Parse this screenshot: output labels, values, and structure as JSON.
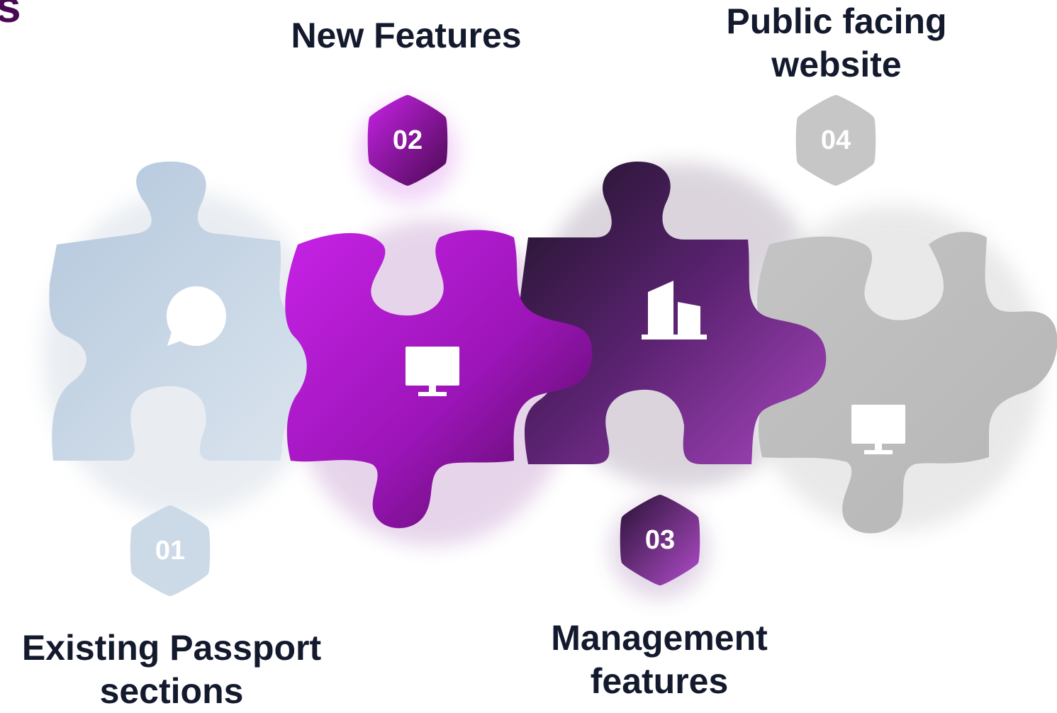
{
  "corner_text": "s",
  "steps": [
    {
      "number": "01",
      "label_line1": "Existing Passport",
      "label_line2": "sections",
      "icon": "speech-bubble-icon"
    },
    {
      "number": "02",
      "label_line1": "New Features",
      "label_line2": "",
      "icon": "monitor-icon"
    },
    {
      "number": "03",
      "label_line1": "Management",
      "label_line2": "features",
      "icon": "buildings-icon"
    },
    {
      "number": "04",
      "label_line1": "Public facing",
      "label_line2": "website",
      "icon": "monitor-icon"
    }
  ],
  "colors": {
    "piece1": "#c7d5e5",
    "piece2": "#b51fd8",
    "piece3": "#3a174a",
    "piece4": "#bdbdbd",
    "label": "#141a2e",
    "brand": "#4a0a52"
  }
}
